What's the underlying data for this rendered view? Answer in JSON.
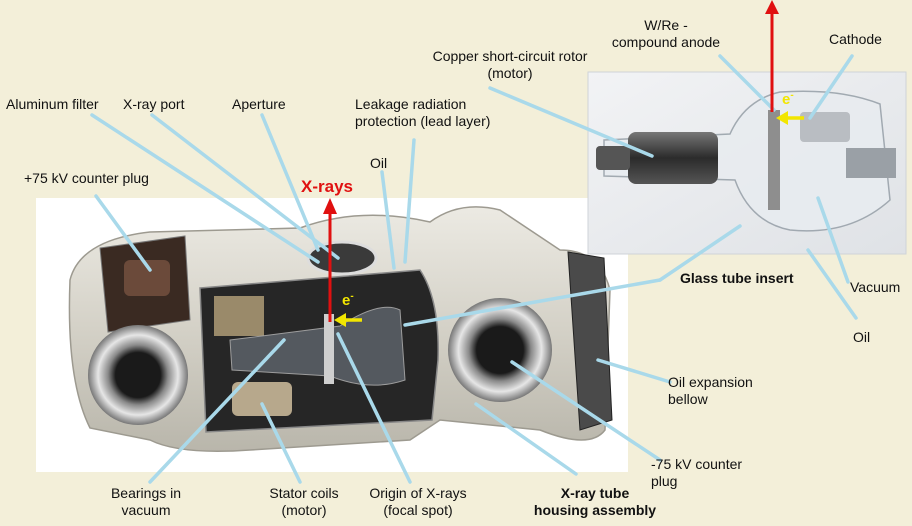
{
  "labels": {
    "aluminum_filter": "Aluminum filter",
    "xray_port": "X-ray port",
    "aperture": "Aperture",
    "leakage": "Leakage radiation\nprotection (lead  layer)",
    "copper_rotor": "Copper short-circuit rotor\n(motor)",
    "anode": "W/Re -\ncompound anode",
    "cathode": "Cathode",
    "oil_top": "Oil",
    "plus75": "+75 kV counter plug",
    "xrays": "X-rays",
    "glass_tube": "Glass tube insert",
    "vacuum": "Vacuum",
    "oil_right": "Oil",
    "oil_expansion": "Oil expansion\nbellow",
    "minus75": "-75 kV counter\nplug",
    "bearings": "Bearings in\nvacuum",
    "stator": "Stator coils\n(motor)",
    "origin": "Origin of X-rays\n(focal spot)",
    "housing": "X-ray tube\nhousing assembly",
    "electron_main": "e",
    "electron_inset": "e",
    "electron_sup": "-"
  },
  "colors": {
    "background": "#f3efd9",
    "leader": "#a9d9ea",
    "xray_arrow": "#e01010",
    "electron_arrow": "#f2e600",
    "housing_shell": "#d9d6cc"
  }
}
